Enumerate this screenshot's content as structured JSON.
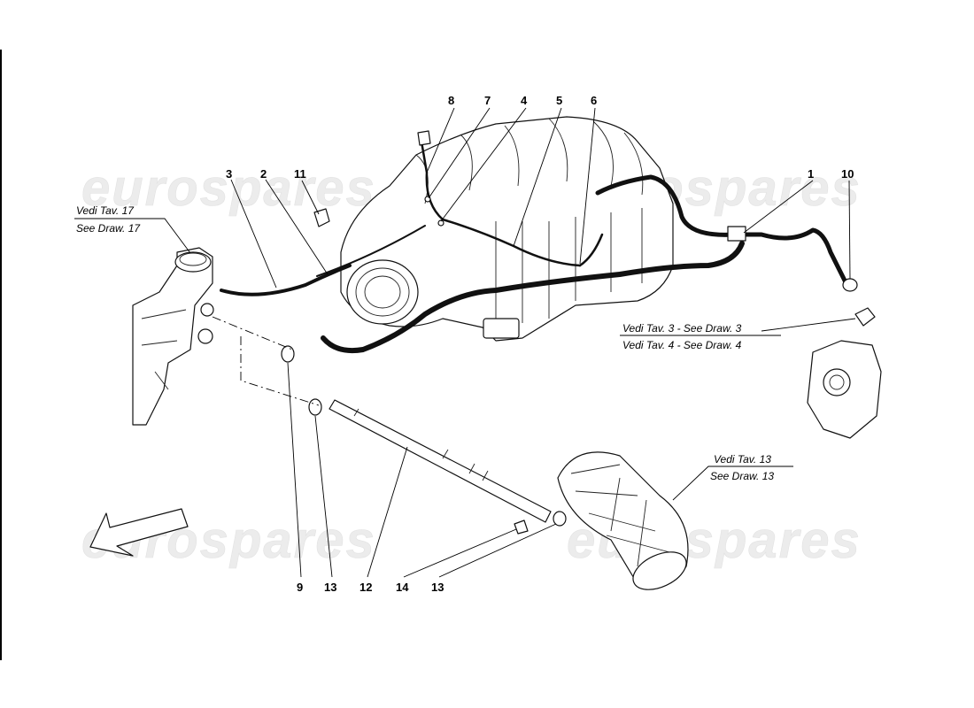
{
  "watermark": {
    "text": "eurospares"
  },
  "callouts": {
    "c1": "1",
    "c2": "2",
    "c3": "3",
    "c4": "4",
    "c5": "5",
    "c6": "6",
    "c7": "7",
    "c8": "8",
    "c9": "9",
    "c10": "10",
    "c11": "11",
    "c12": "12",
    "c13a": "13",
    "c13b": "13",
    "c14": "14"
  },
  "references": {
    "ref17_it": "Vedi Tav. 17",
    "ref17_en": "See Draw. 17",
    "ref34_line1": "Vedi Tav. 3 - See Draw. 3",
    "ref34_line2": "Vedi Tav. 4 - See Draw. 4",
    "ref13_it": "Vedi Tav. 13",
    "ref13_en": "See Draw. 13"
  }
}
